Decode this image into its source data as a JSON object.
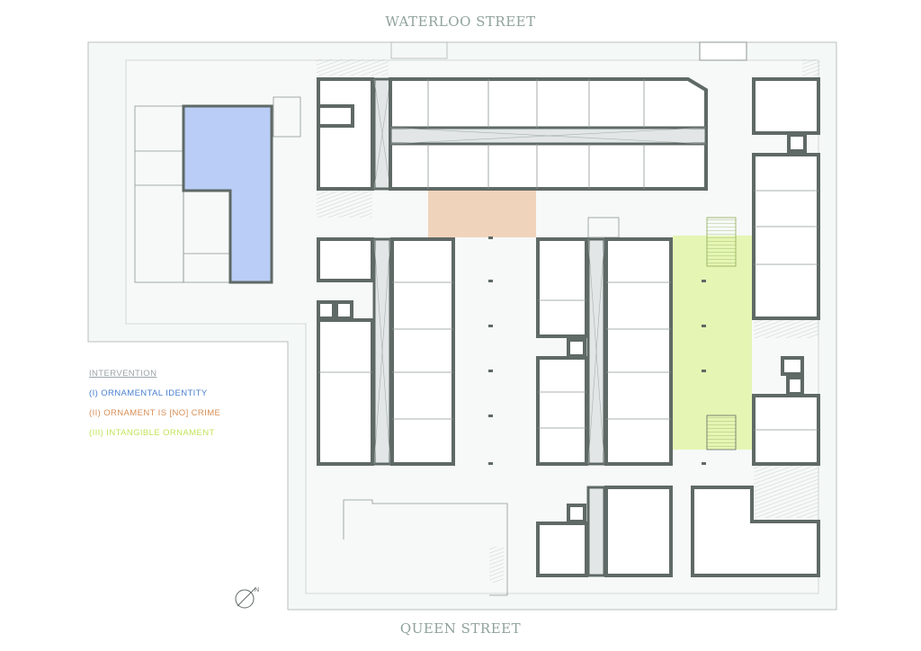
{
  "streets": {
    "north": "WATERLOO STREET",
    "south": "QUEEN STREET"
  },
  "legend": {
    "title": "INTERVENTION",
    "items": [
      {
        "label": "(I) ORNAMENTAL IDENTITY",
        "color": "#4a7fd0"
      },
      {
        "label": "(II) ORNAMENT IS [NO] CRIME",
        "color": "#d98e55"
      },
      {
        "label": "(III) INTANGIBLE ORNAMENT",
        "color": "#c4e35a"
      }
    ]
  },
  "zones": {
    "ornamental_identity": "#bcd0f6",
    "ornament_is_no_crime": "#f0d3bb",
    "intangible_ornament": "#e5f5b4"
  }
}
